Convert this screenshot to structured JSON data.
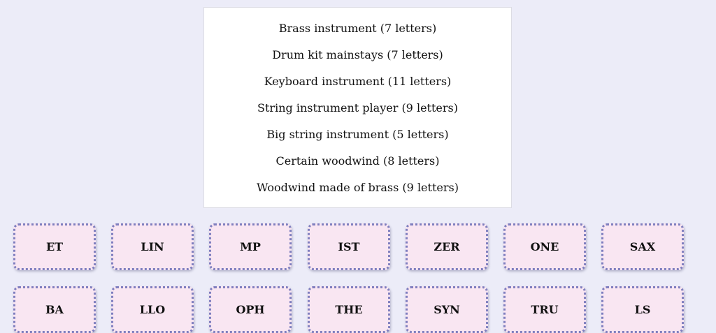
{
  "clues": [
    "Brass instrument (7 letters)",
    "Drum kit mainstays (7 letters)",
    "Keyboard instrument (11 letters)",
    "String instrument player (9 letters)",
    "Big string instrument (5 letters)",
    "Certain woodwind (8 letters)",
    "Woodwind made of brass (9 letters)"
  ],
  "tiles": {
    "row1": [
      "ET",
      "LIN",
      "MP",
      "IST",
      "ZER",
      "ONE",
      "SAX"
    ],
    "row2": [
      "BA",
      "LLO",
      "OPH",
      "THE",
      "SYN",
      "TRU",
      "LS"
    ]
  },
  "colors": {
    "background": "#ececf8",
    "tile_fill": "#f9e6f2",
    "tile_border": "#7f7fbf",
    "clue_box": "#ffffff"
  }
}
